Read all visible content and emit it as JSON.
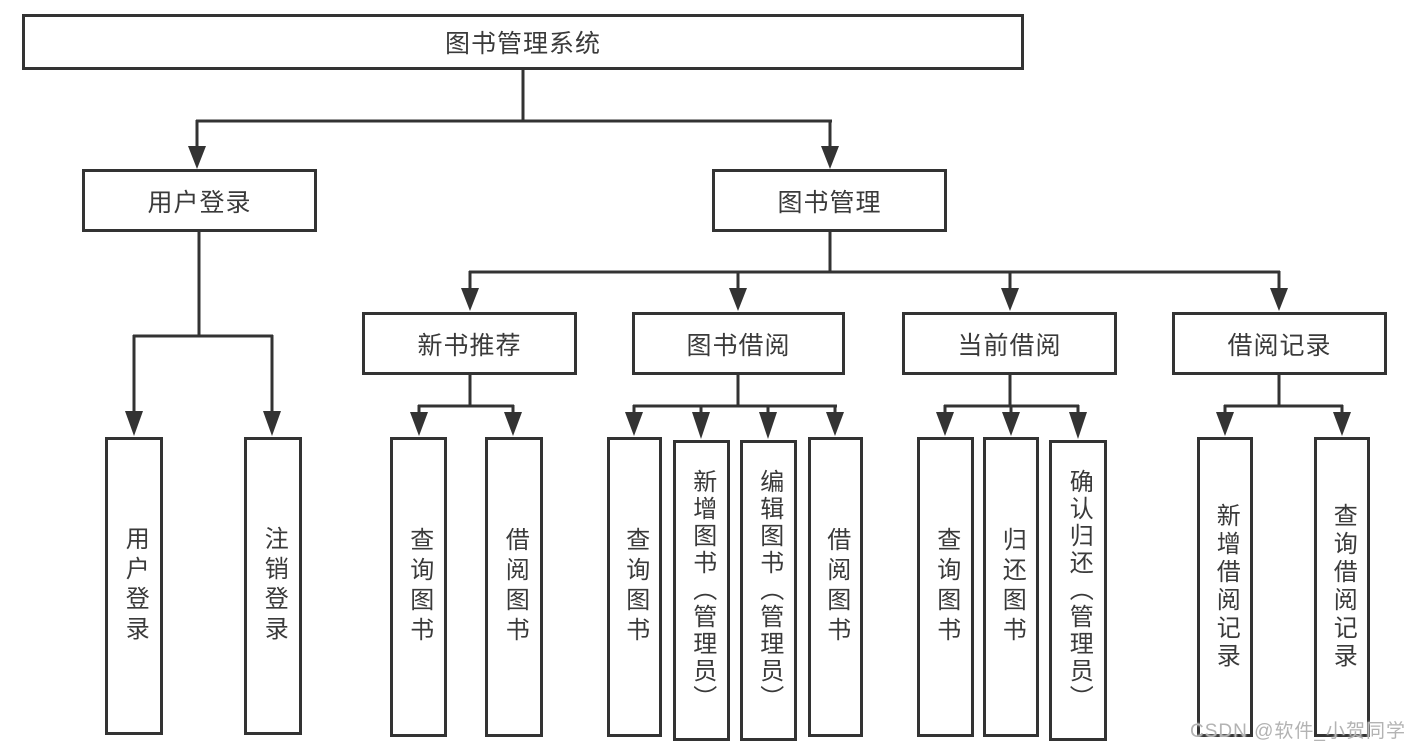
{
  "diagram": {
    "title_node": "图书管理系统",
    "colors": {
      "line": "#333333",
      "text": "#3a3a3a",
      "box_fill": "#ffffff",
      "watermark": "#b3b3b3"
    },
    "tree": {
      "root": {
        "label": "图书管理系统"
      },
      "level2": [
        {
          "label": "用户登录"
        },
        {
          "label": "图书管理"
        }
      ],
      "level3": [
        {
          "label": "新书推荐"
        },
        {
          "label": "图书借阅"
        },
        {
          "label": "当前借阅"
        },
        {
          "label": "借阅记录"
        }
      ],
      "leaves": {
        "user": [
          "用户登录",
          "注销登录"
        ],
        "recommend": [
          "查询图书",
          "借阅图书"
        ],
        "borrow": [
          "查询图书",
          "新增图书（管理员）",
          "编辑图书（管理员）",
          "借阅图书"
        ],
        "current": [
          "查询图书",
          "归还图书",
          "确认归还（管理员）"
        ],
        "records": [
          "新增借阅记录",
          "查询借阅记录"
        ]
      }
    }
  },
  "watermark": {
    "text": "CSDN @软件_小贺同学"
  }
}
